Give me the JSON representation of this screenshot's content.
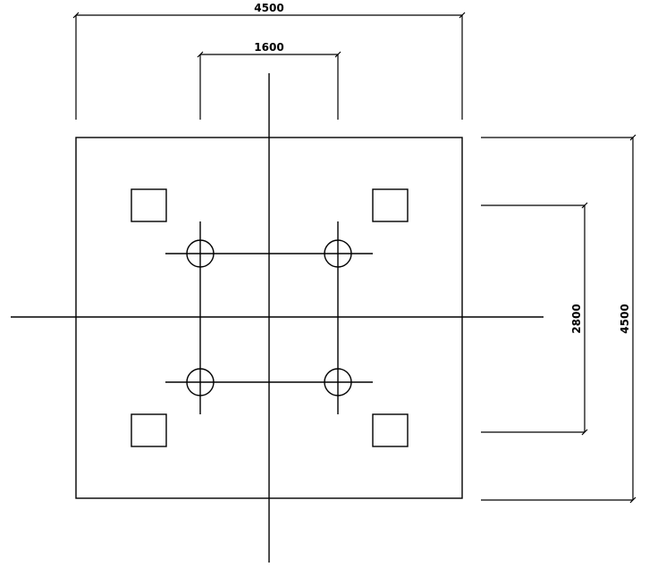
{
  "dimensions": {
    "top_overall": "4500",
    "top_inner": "1600",
    "right_inner": "2800",
    "right_overall": "4500"
  },
  "elements": {
    "slab_count": 1,
    "square_openings": 4,
    "circular_holes": 4,
    "centerlines": 2
  },
  "colors": {
    "line": "#000000",
    "background": "#ffffff"
  }
}
